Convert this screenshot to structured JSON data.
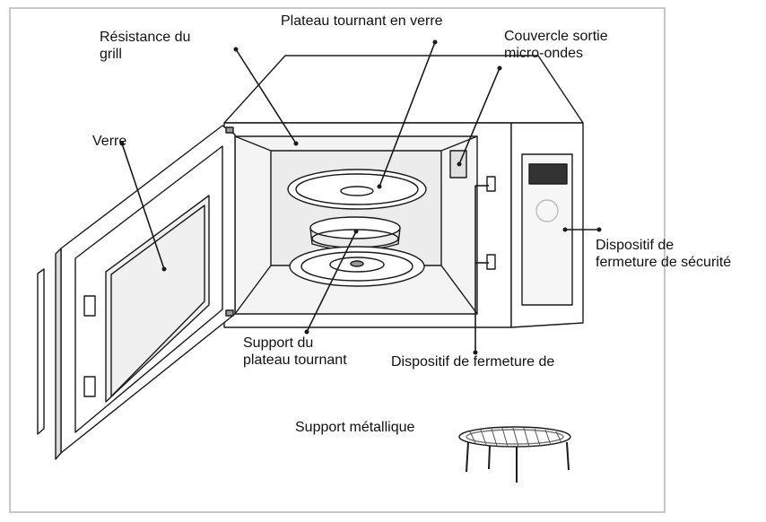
{
  "labels": {
    "grill": "Résistance du\ngrill",
    "plateau": "Plateau tournant en verre",
    "couvercle": "Couvercle sortie\nmicro-ondes",
    "verre": "Verre",
    "securite": "Dispositif de\nfermeture de sécurité",
    "support_plateau": "Support du\nplateau tournant",
    "fermeture": "Dispositif de fermeture de",
    "support_metal": "Support métallique"
  },
  "colors": {
    "line": "#1a1a1a",
    "cavity": "#ececec",
    "body": "#ffffff",
    "display": "#333333",
    "frame": "#c8c8c8"
  }
}
